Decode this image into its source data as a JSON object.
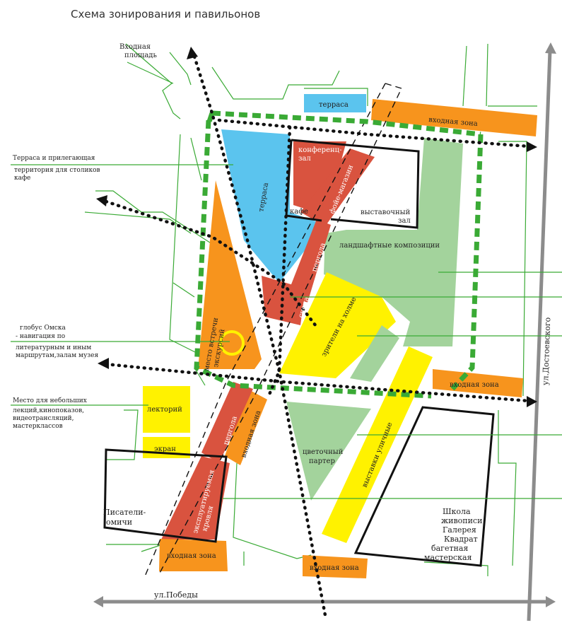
{
  "title": "Схема зонирования и павильонов",
  "colors": {
    "blue": "#5bc4ee",
    "orange": "#f7941d",
    "red": "#d9533f",
    "yellow": "#fff200",
    "lightgreen": "#a3d39c",
    "green": "#3aaa35",
    "gray": "#8c8c8c"
  },
  "labels": {
    "entry_square": [
      "Входная",
      "площадь"
    ],
    "terrace_top": "терраса",
    "entry_zone_top": "входная зона",
    "terrace_side": "терраса",
    "conference": [
      "конференц-",
      "зал"
    ],
    "foyer": "фойе-магазин",
    "cafe": "кафе",
    "exhibition": [
      "выставочный",
      "зал"
    ],
    "landscape": "ландшафтные композиции",
    "pergola_top": "пергола",
    "stage": "сцена",
    "spectators": "зрители на холме",
    "meeting": [
      "место встречи",
      "экскурсий"
    ],
    "entry_zone_right": "входная зона",
    "lecture": "лекторий",
    "screen": "экран",
    "pergola_bottom": "пергола",
    "entry_zone_mid": "входная зона",
    "flower": [
      "цветочный",
      "партер"
    ],
    "street_exhibits": "выставки уличные",
    "roof": [
      "эксплуатируемая",
      "кровля"
    ],
    "writers": [
      "Писатели-",
      "омичи"
    ],
    "school": [
      "Школа",
      "живописи",
      "Галерея",
      "Квадрат",
      "багетная",
      "мастерская"
    ],
    "entry_zone_bl": "входная зона",
    "entry_zone_bottom": "входная зона",
    "street_pobedy": "ул.Победы",
    "street_dostoevsky": "ул.Достоевского"
  },
  "annotations": {
    "terrace_cafe": [
      "Терраса и прилегающая",
      "территория для столиков",
      "кафе"
    ],
    "globe": [
      "глобус Омска",
      "- навигация по",
      "литературным и иным",
      "маршрутам,залам музея"
    ],
    "small_events": [
      "Место для небольших",
      "лекций,кинопоказов,",
      "видеотрансляций,",
      "мастерклассов"
    ]
  }
}
